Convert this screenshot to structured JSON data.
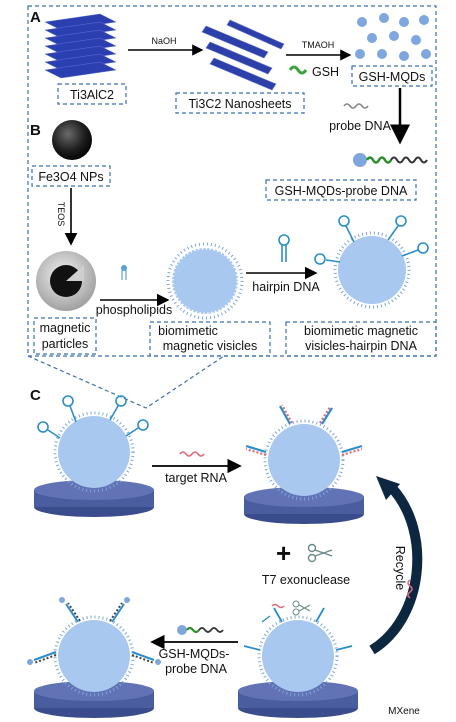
{
  "panels": {
    "a": "A",
    "b": "B",
    "c": "C"
  },
  "labels": {
    "ti3alc2": "Ti3AlC2",
    "nanosheets": "Ti3C2 Nanosheets",
    "gsh_mqds": "GSH-MQDs",
    "gsh_mqds_probe": "GSH-MQDs-probe DNA",
    "fe3o4": "Fe3O4 NPs",
    "magnetic_particles_1": "magnetic",
    "magnetic_particles_2": "particles",
    "biomimetic_1": "biomimetic",
    "biomimetic_2": "magnetic visicles",
    "hairpin_vesicles_1": "biomimetic magnetic",
    "hairpin_vesicles_2": "visicles-hairpin DNA"
  },
  "arrows": {
    "naoh": "NaOH",
    "tmaoh": "TMAOH",
    "gsh": "GSH",
    "probe_dna": "probe DNA",
    "teos": "TEOS",
    "phospholipids": "phospholipids",
    "hairpin_dna": "hairpin DNA",
    "target_rna": "target  RNA",
    "t7": "T7 exonuclease",
    "recycle": "Recycle",
    "gsh_probe_1": "GSH-MQDs-",
    "gsh_probe_2": "probe DNA"
  },
  "watermark": "MXene",
  "colors": {
    "box_border": "#3a6fb0",
    "vesicle": "#a9c8ef",
    "stand": "#4a5d9e",
    "hairpin": "#2c8ec9",
    "rna": "#e06a7a",
    "recycle_arrow": "#0d2740"
  }
}
